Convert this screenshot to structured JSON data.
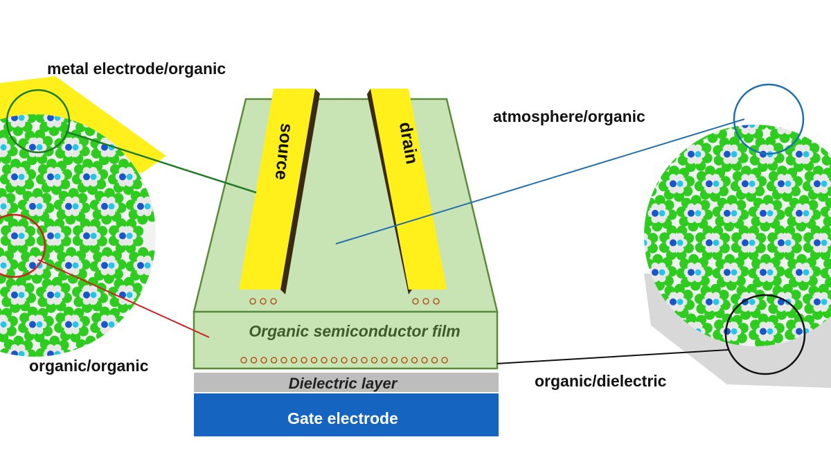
{
  "labels": {
    "metal_organic": "metal electrode/organic",
    "atmosphere_organic": "atmosphere/organic",
    "organic_organic": "organic/organic",
    "organic_dielectric": "organic/dielectric"
  },
  "device": {
    "source": "source",
    "drain": "drain",
    "film": "Organic semiconductor film",
    "dielectric": "Dielectric layer",
    "gate": "Gate electrode"
  },
  "colors": {
    "film_fill": "#c9e4b4",
    "film_stroke": "#5a8a3c",
    "electrode": "#ffef1a",
    "electrode_shadow": "#3b2a12",
    "dielectric": "#bdbdbd",
    "gate": "#1565c0",
    "charge_dot": "#b35a1f",
    "marker_metal": "#1e7d22",
    "marker_atmosphere": "#1f6fb0",
    "marker_organic": "#d11f1f",
    "marker_dielectric": "#111111",
    "molecule_green": "#2ecc1f",
    "molecule_blue": "#1a56c8",
    "molecule_cyan": "#27c4e6"
  }
}
